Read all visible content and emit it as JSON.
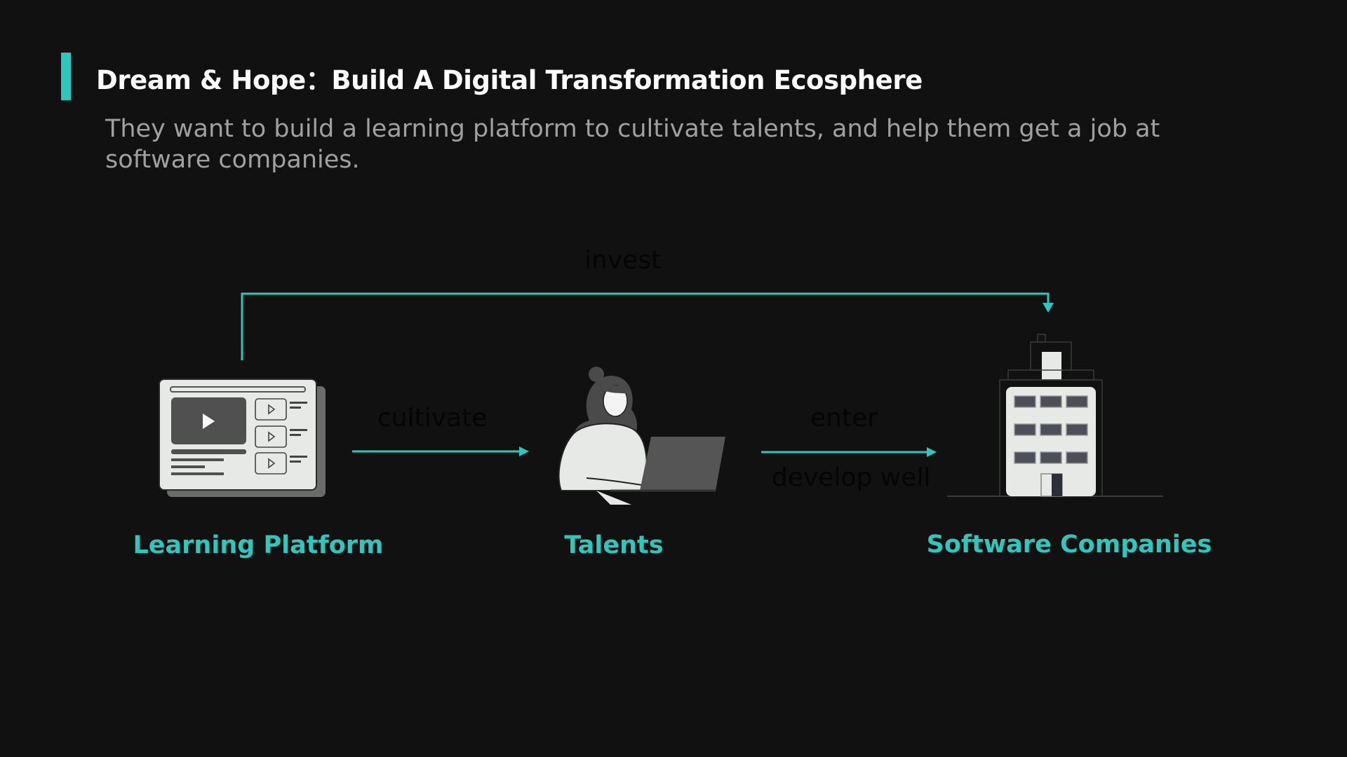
{
  "header": {
    "title": "Dream & Hope：Build A Digital Transformation Ecosphere",
    "subtitle": "They want to build a learning platform to cultivate talents, and help them get a job at software companies."
  },
  "diagram": {
    "nodes": [
      {
        "id": "learning-platform",
        "label": "Learning Platform",
        "icon": "video-course-icon"
      },
      {
        "id": "talents",
        "label": "Talents",
        "icon": "person-with-laptop-icon"
      },
      {
        "id": "software-companies",
        "label": "Software Companies",
        "icon": "office-building-icon"
      }
    ],
    "edges": [
      {
        "from": "learning-platform",
        "to": "talents",
        "label": "cultivate"
      },
      {
        "from": "talents",
        "to": "software-companies",
        "label": "enter",
        "sublabel": "develop well"
      },
      {
        "from": "learning-platform",
        "to": "software-companies",
        "label": "invest"
      }
    ]
  },
  "colors": {
    "background": "#111111",
    "accent": "#2cc7bd",
    "title": "#ffffff",
    "subtitle": "#a0a0a0",
    "edge_label": "#050505"
  }
}
